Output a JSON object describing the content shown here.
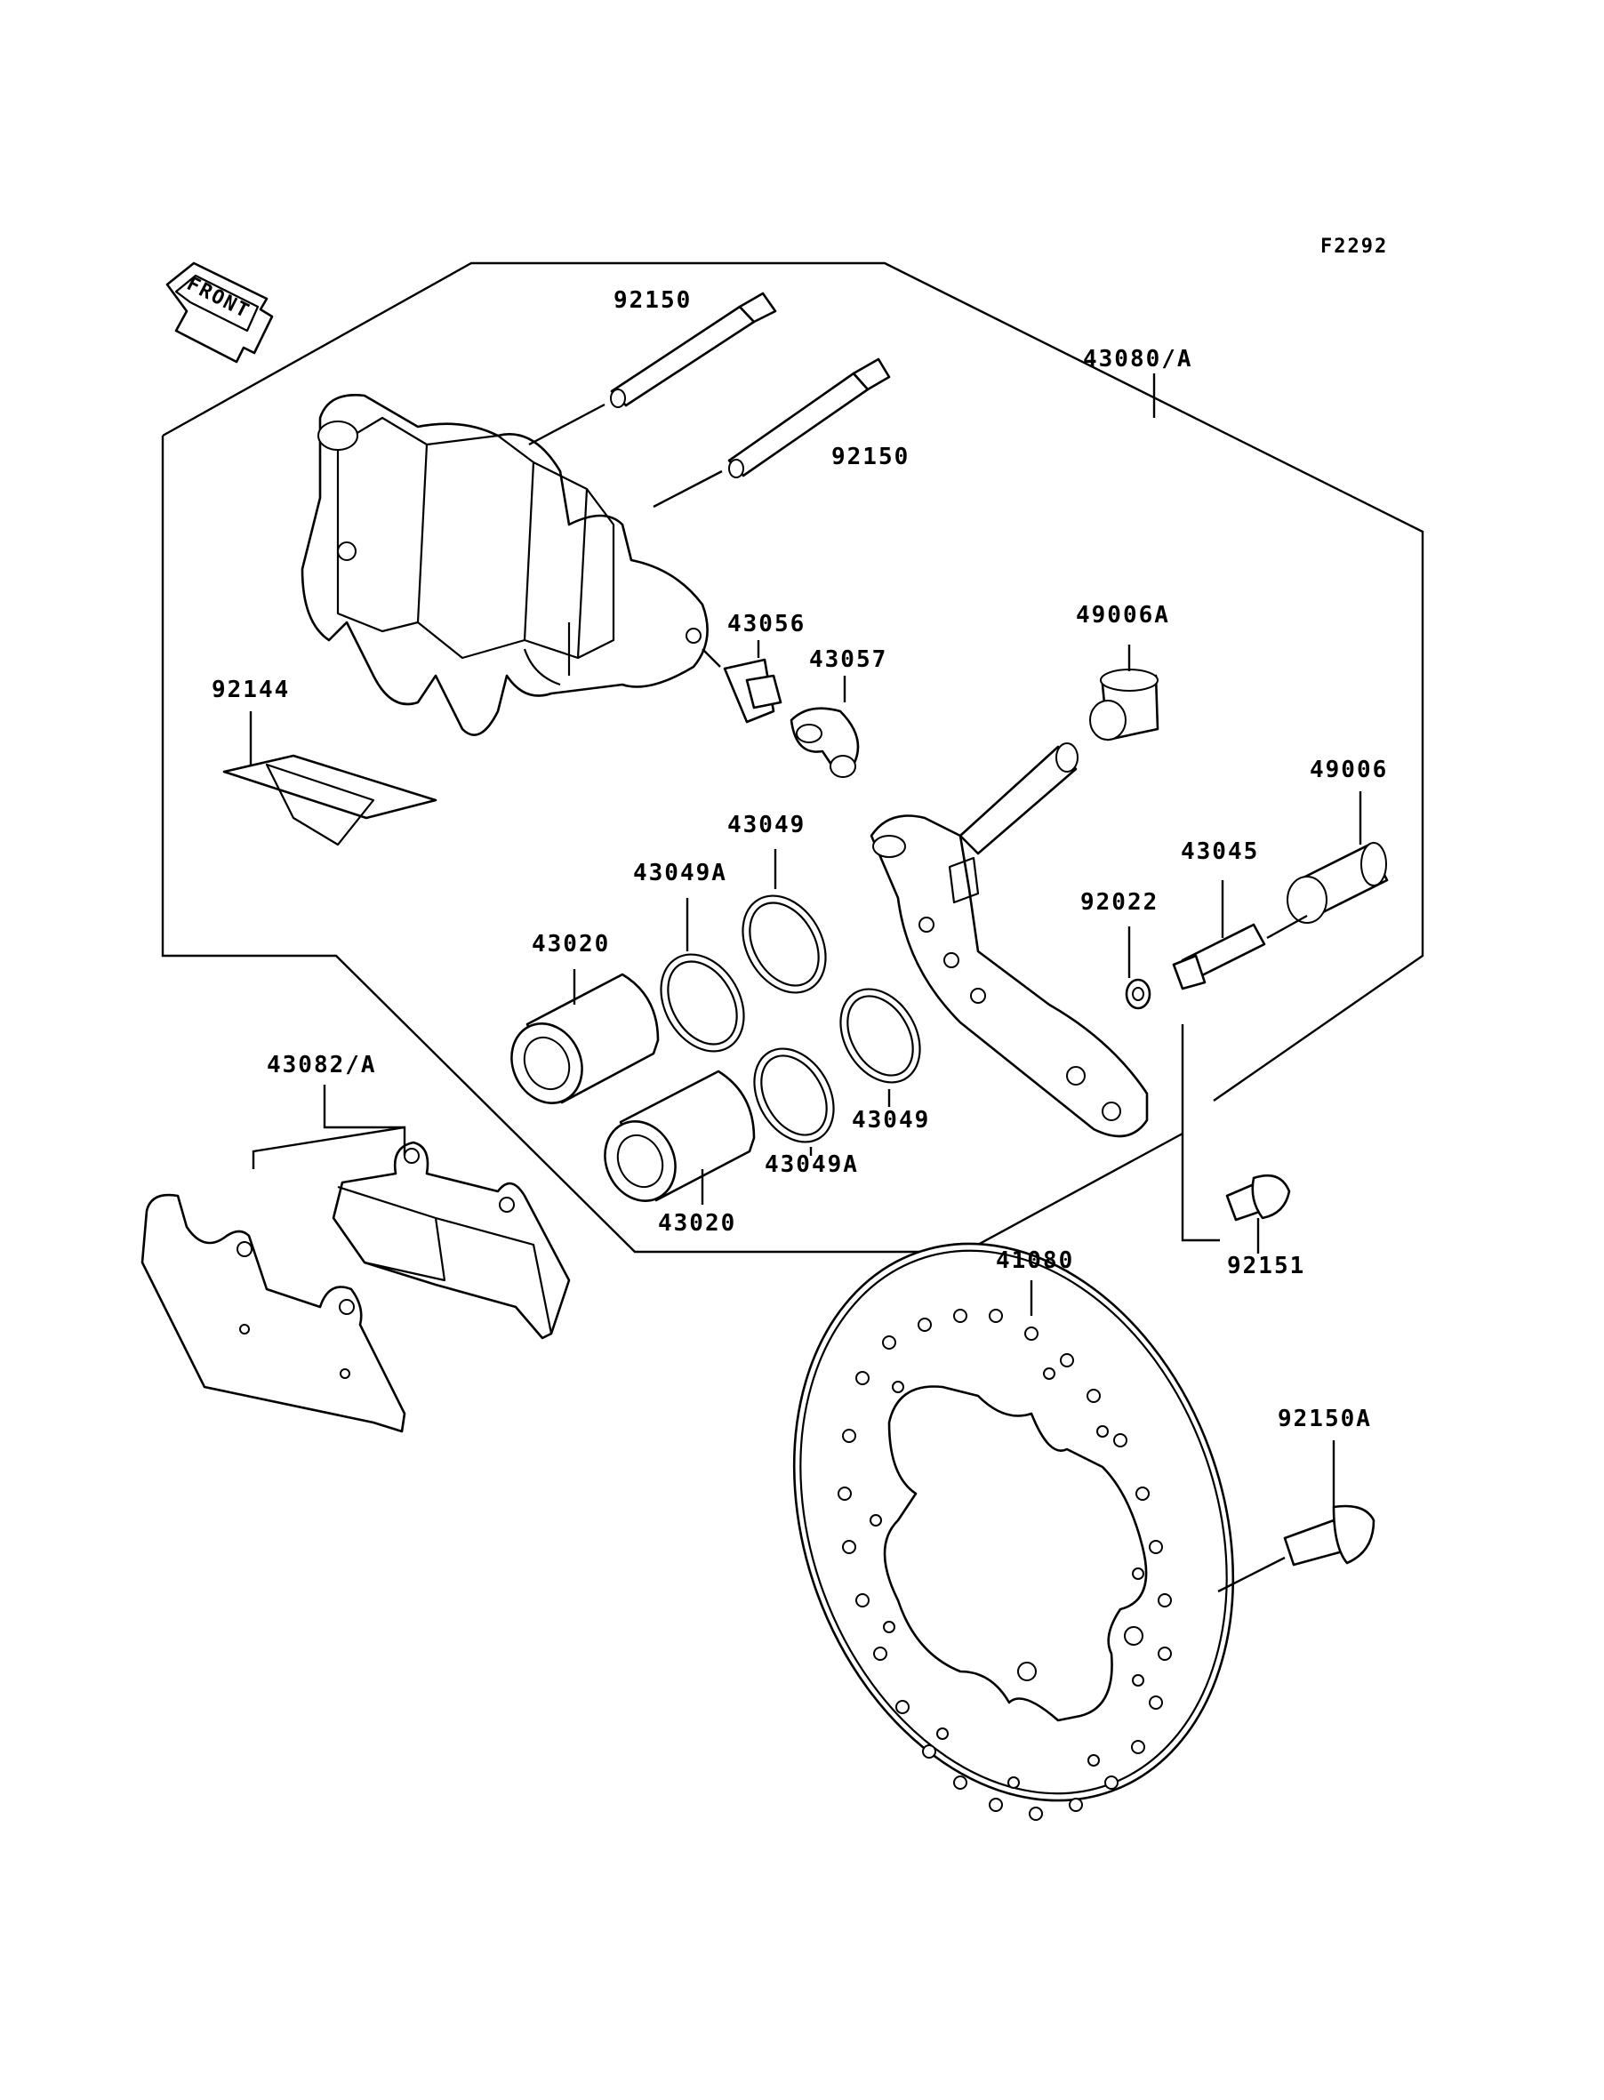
{
  "figure_code": "F2292",
  "front_indicator": "FRONT",
  "labels": [
    {
      "id": "l-92150-a",
      "text": "92150"
    },
    {
      "id": "l-92150-b",
      "text": "92150"
    },
    {
      "id": "l-43080",
      "text": "43080/A"
    },
    {
      "id": "l-43056",
      "text": "43056"
    },
    {
      "id": "l-43057",
      "text": "43057"
    },
    {
      "id": "l-49006A",
      "text": "49006A"
    },
    {
      "id": "l-92144",
      "text": "92144"
    },
    {
      "id": "l-49006",
      "text": "49006"
    },
    {
      "id": "l-43049-a",
      "text": "43049"
    },
    {
      "id": "l-43045",
      "text": "43045"
    },
    {
      "id": "l-43049A-a",
      "text": "43049A"
    },
    {
      "id": "l-92022",
      "text": "92022"
    },
    {
      "id": "l-43020-a",
      "text": "43020"
    },
    {
      "id": "l-43082",
      "text": "43082/A"
    },
    {
      "id": "l-43049-b",
      "text": "43049"
    },
    {
      "id": "l-43049A-b",
      "text": "43049A"
    },
    {
      "id": "l-43020-b",
      "text": "43020"
    },
    {
      "id": "l-41080",
      "text": "41080"
    },
    {
      "id": "l-92151",
      "text": "92151"
    },
    {
      "id": "l-92150A",
      "text": "92150A"
    }
  ]
}
